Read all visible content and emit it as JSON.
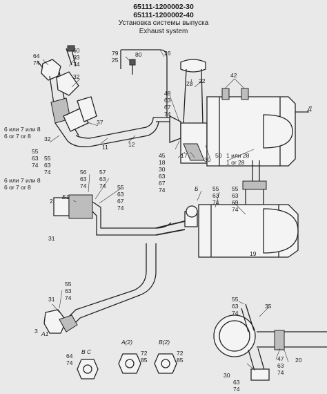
{
  "title": {
    "code_line1": "65111-1200002-30",
    "code_line2": "65111-1200002-40",
    "ru": "Установка системы выпуска",
    "en": "Exhaust system"
  },
  "labels": {
    "l64a": "64",
    "l74a": "74",
    "l60": "60",
    "l63a": "63",
    "l74b": "74",
    "l32a": "32",
    "l79": "79",
    "l25": "25",
    "l80": "80",
    "l26": "26",
    "l23": "23",
    "l22": "22",
    "l42": "42",
    "ld": "Д",
    "l37": "37",
    "l48": "48",
    "l63b": "63",
    "l67a": "67",
    "l74c": "74",
    "l6or7": "6 или 7 или 8",
    "l6or7en": "6 or 7 or 8",
    "l32b": "32",
    "l55a": "55",
    "l63c": "63",
    "l74d": "74",
    "l11": "11",
    "l12": "12",
    "l45": "45",
    "l18": "18",
    "l30a": "30",
    "l63d": "63",
    "l67b": "67",
    "l74e": "74",
    "l17": "17",
    "l30b": "30",
    "l50": "50",
    "l1or28": "1 или 28",
    "l1or28en": "1 or 28",
    "l56": "56",
    "l63e": "63",
    "l74f": "74",
    "l57": "57",
    "l63f": "63",
    "l74g": "74",
    "l6or7b": "6 или 7 или 8",
    "l6or7enb": "6 or 7 or 8",
    "l2": "2",
    "lb1": "Б1",
    "l55b": "55",
    "l63g": "63",
    "l67c": "67",
    "l74h": "74",
    "lb": "Б",
    "l55c": "55",
    "l63h": "63",
    "l74i": "74",
    "l55d": "55",
    "l63i": "63",
    "l69": "69",
    "l74j": "74",
    "l31a": "31",
    "l19": "19",
    "l55e": "55",
    "l63j": "63",
    "l74k": "74",
    "l31b": "31",
    "l3": "3",
    "la1": "A1",
    "l55f": "55",
    "l63k": "63",
    "l74l": "74",
    "l35": "35",
    "la2": "A(2)",
    "lb2": "B(2)",
    "lvc": "B C",
    "l64b": "64",
    "l74m": "74",
    "l72a": "72",
    "l85a": "85",
    "l72b": "72",
    "l85b": "85",
    "l30c": "30",
    "l63l": "63",
    "l74n": "74",
    "l47": "47",
    "l63m": "63",
    "l74o": "74",
    "l20": "20"
  }
}
